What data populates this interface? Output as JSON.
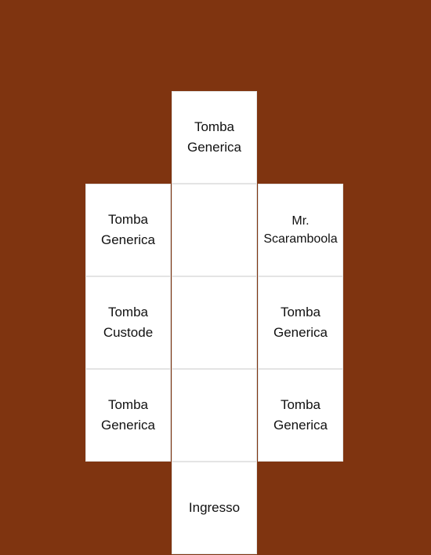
{
  "colors": {
    "background": "#7f3410",
    "cell_background": "#ffffff",
    "cell_border": "#e4e4e4",
    "text": "#111111"
  },
  "rooms": [
    {
      "key": "top",
      "label": "Tomba\nGenerica"
    },
    {
      "key": "row1-left",
      "label": "Tomba\nGenerica"
    },
    {
      "key": "row1-center",
      "label": ""
    },
    {
      "key": "row1-right",
      "label": "Mr.\nScaramboola"
    },
    {
      "key": "row2-left",
      "label": "Tomba\nCustode"
    },
    {
      "key": "row2-center",
      "label": ""
    },
    {
      "key": "row2-right",
      "label": "Tomba\nGenerica"
    },
    {
      "key": "row3-left",
      "label": "Tomba\nGenerica"
    },
    {
      "key": "row3-center",
      "label": ""
    },
    {
      "key": "row3-right",
      "label": "Tomba\nGenerica"
    },
    {
      "key": "entrance",
      "label": "Ingresso"
    }
  ]
}
